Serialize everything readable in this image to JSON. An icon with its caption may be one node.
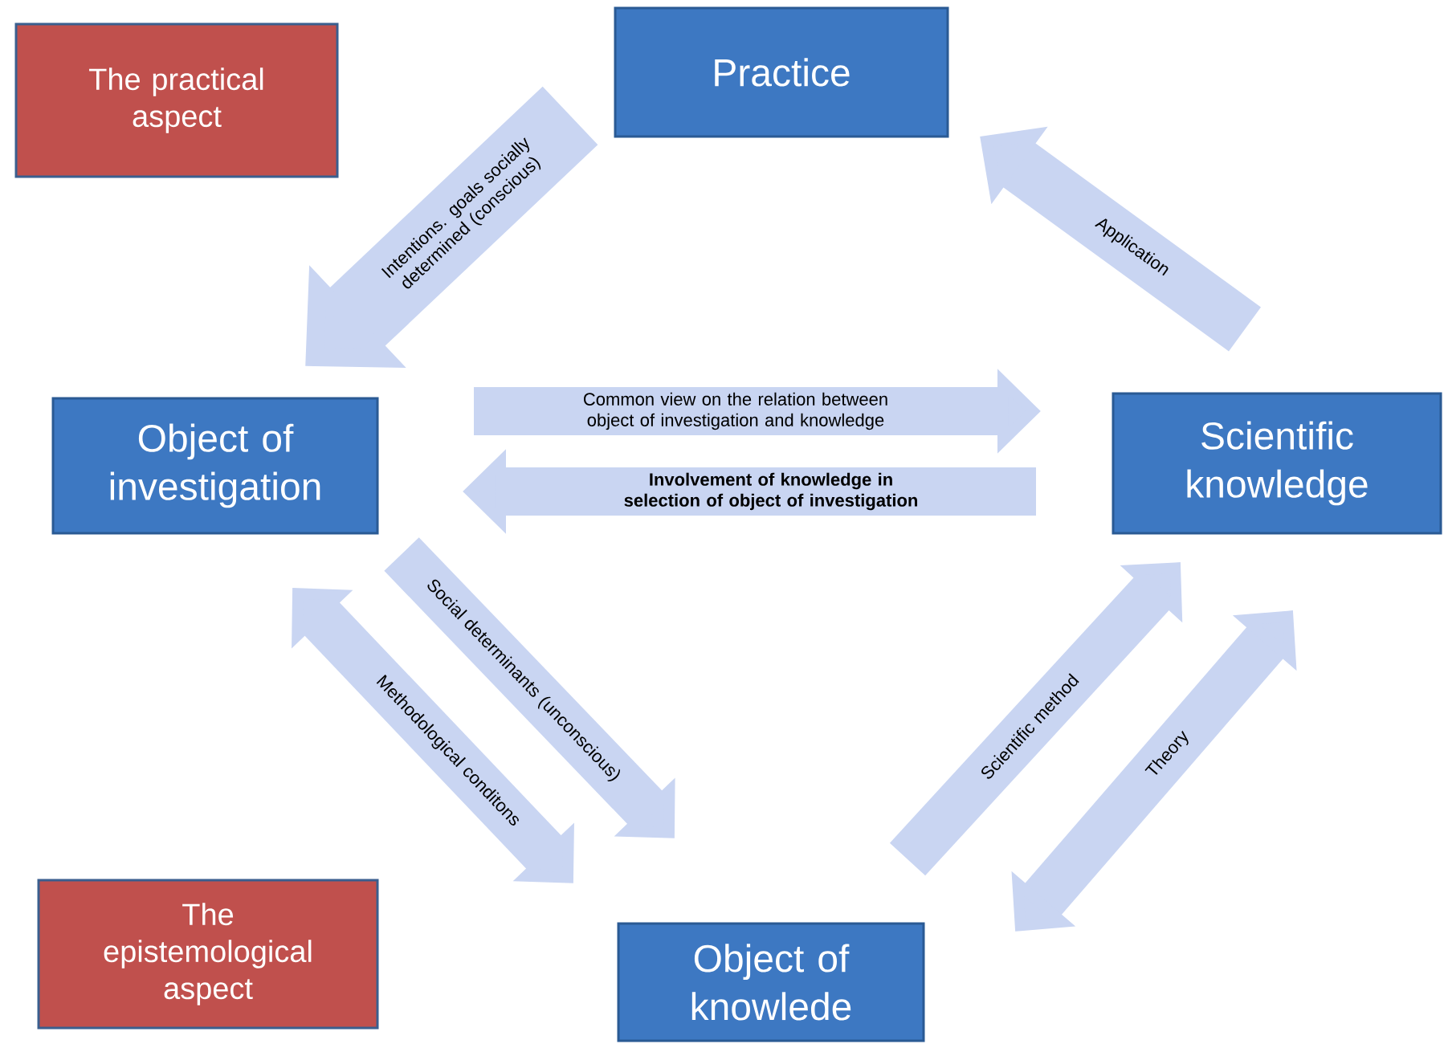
{
  "diagram": {
    "nodes": [
      {
        "text": [
          "The practical aspect"
        ]
      },
      {
        "text": [
          "Practice"
        ]
      },
      {
        "text": [
          "Object of investigation"
        ]
      },
      {
        "text": [
          "Scientific knowledge"
        ]
      },
      {
        "text": [
          "The epistemological aspect"
        ]
      },
      {
        "text": [
          "Object of knowlede"
        ]
      }
    ],
    "edges": [
      {
        "from": 1,
        "to": 2,
        "arrow": "to",
        "label": "Intentions. goals socially determined (conscious)"
      },
      {
        "from": 3,
        "to": 1,
        "arrow": "to",
        "label": "Application"
      },
      {
        "from": 2,
        "to": 3,
        "arrow": "to",
        "label": "Common view on the relation between  object of investigation and knowledge"
      },
      {
        "from": 3,
        "to": 2,
        "arrow": "to",
        "label": "Involvement of knowledge in selection of object of investigation"
      },
      {
        "from": 5,
        "to": 2,
        "arrow": "both",
        "label": "Methodological conditons"
      },
      {
        "from": 2,
        "to": 5,
        "arrow": "to",
        "label": "Social determinants (unconscious)"
      },
      {
        "from": 5,
        "to": 3,
        "arrow": "to",
        "label": "Scientific  method"
      },
      {
        "from": 3,
        "to": 5,
        "arrow": "both",
        "label": "Theory"
      }
    ]
  }
}
